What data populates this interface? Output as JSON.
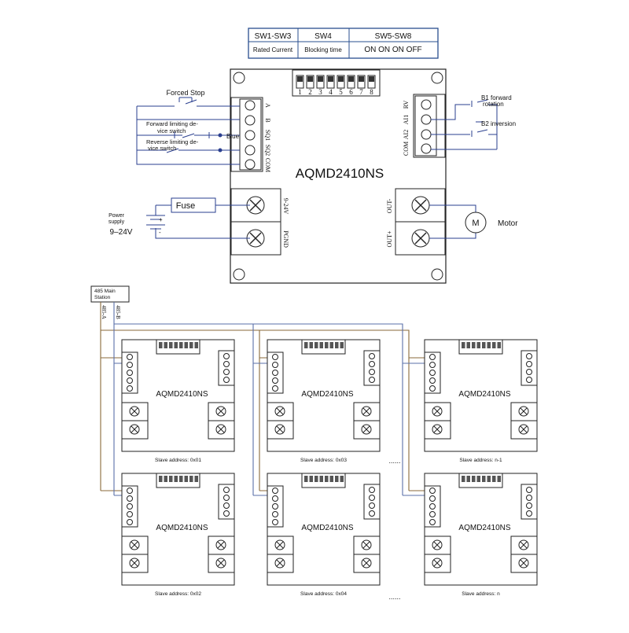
{
  "dip_table": {
    "col1_header": "SW1-SW3",
    "col2_header": "SW4",
    "col3_header": "SW5-SW8",
    "col1_value": "Rated Current",
    "col2_value": "Blocking time",
    "col3_value": "ON ON ON OFF"
  },
  "main_board": {
    "title": "AQMD2410NS",
    "dip_numbers": [
      "1",
      "2",
      "3",
      "4",
      "5",
      "6",
      "7",
      "8"
    ],
    "left_terminals": [
      "A",
      "B",
      "SQ1",
      "SQ2",
      "COM"
    ],
    "right_terminals": [
      "RV",
      "AI1",
      "AI2",
      "COM"
    ],
    "power_terminals": [
      "9-24V",
      "PGND"
    ],
    "output_terminals": [
      "OUT-",
      "OUT+"
    ]
  },
  "wiring": {
    "forced_stop": "Forced Stop",
    "blue": "Blue",
    "forward_limit": [
      "Forward limiting de-",
      "vice switch"
    ],
    "reverse_limit": [
      "Reverse limiting de-",
      "vice switch"
    ],
    "b1_forward": [
      "B1 forward",
      "rotation"
    ],
    "b2_inversion": "B2 inversion",
    "fuse": "Fuse",
    "power_supply": [
      "Power",
      "supply"
    ],
    "voltage": "9–24V",
    "plus": "+",
    "minus": "-",
    "motor_symbol": "M",
    "motor_label": "Motor"
  },
  "network": {
    "station": [
      "485 Main",
      "Station"
    ],
    "line_a": "485-A",
    "line_b": "485-B",
    "ellipsis": "......"
  },
  "slaves": [
    {
      "title": "AQMD2410NS",
      "address": "Slave address: 0x01"
    },
    {
      "title": "AQMD2410NS",
      "address": "Slave address: 0x03"
    },
    {
      "title": "AQMD2410NS",
      "address": "Slave address: n-1"
    },
    {
      "title": "AQMD2410NS",
      "address": "Slave address: 0x02"
    },
    {
      "title": "AQMD2410NS",
      "address": "Slave address: 0x04"
    },
    {
      "title": "AQMD2410NS",
      "address": "Slave address: n"
    }
  ],
  "colors": {
    "line_a": "#8a6a3a",
    "line_b": "#5a6fa8",
    "wire_blue": "#2a3f8f",
    "stroke": "#222222",
    "table_border": "#2a4f8f"
  }
}
